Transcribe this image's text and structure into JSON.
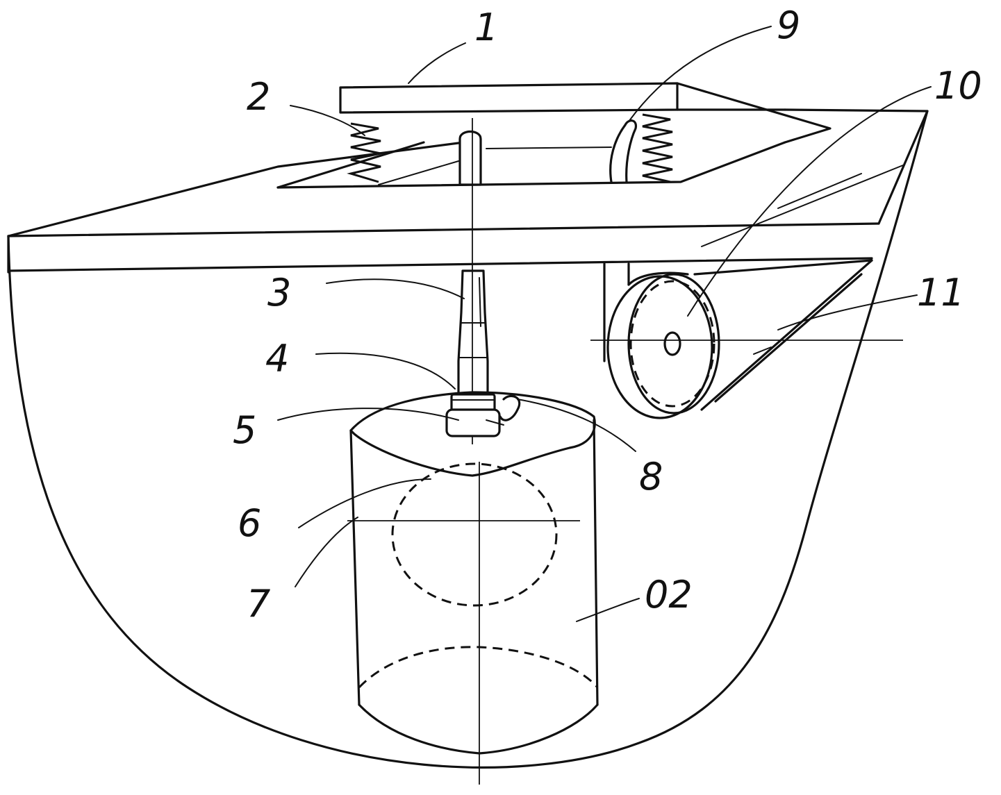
{
  "callouts": {
    "c1": "1",
    "c2": "2",
    "c3": "3",
    "c4": "4",
    "c5": "5",
    "c6": "6",
    "c7": "7",
    "c8": "8",
    "c9": "9",
    "c10": "10",
    "c11": "11",
    "c02": "02"
  }
}
